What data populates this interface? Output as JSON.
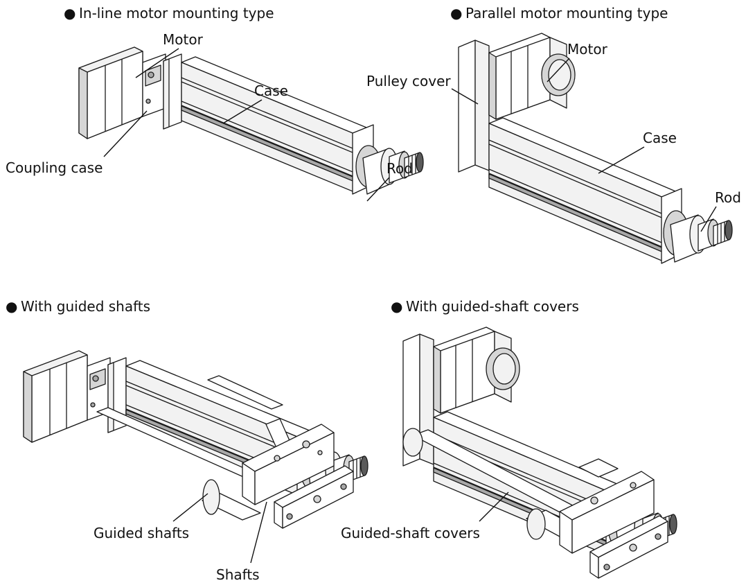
{
  "sections": {
    "inline": {
      "heading": "In-line motor mounting type"
    },
    "parallel": {
      "heading": "Parallel motor mounting type"
    },
    "guided": {
      "heading": "With guided shafts"
    },
    "covers": {
      "heading": "With guided-shaft covers"
    }
  },
  "labels": {
    "inline_motor": "Motor",
    "inline_case": "Case",
    "inline_coupling": "Coupling case",
    "inline_rod": "Rod",
    "parallel_pulley": "Pulley cover",
    "parallel_motor": "Motor",
    "parallel_case": "Case",
    "parallel_rod": "Rod",
    "guided_shafts": "Guided shafts",
    "guided_shafts_small": "Shafts",
    "covers_label": "Guided-shaft covers"
  },
  "bullet": "●"
}
